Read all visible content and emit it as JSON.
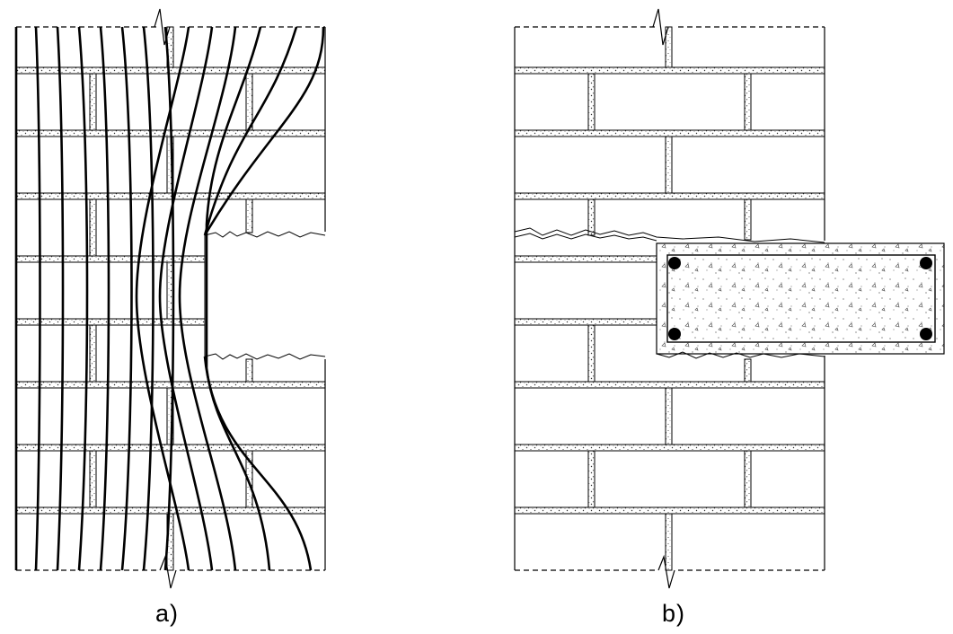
{
  "panels": [
    {
      "id": "a",
      "label": "a)",
      "description_name": "stress-trajectories-around-opening"
    },
    {
      "id": "b",
      "label": "b)",
      "description_name": "reinforced-concrete-lintel-in-masonry"
    }
  ],
  "lintel": {
    "rebar_count": 4
  },
  "panel_a": {
    "stress_line_count": 12
  },
  "colors": {
    "line": "#000000",
    "mortar_dot": "#333333",
    "background": "#ffffff"
  }
}
